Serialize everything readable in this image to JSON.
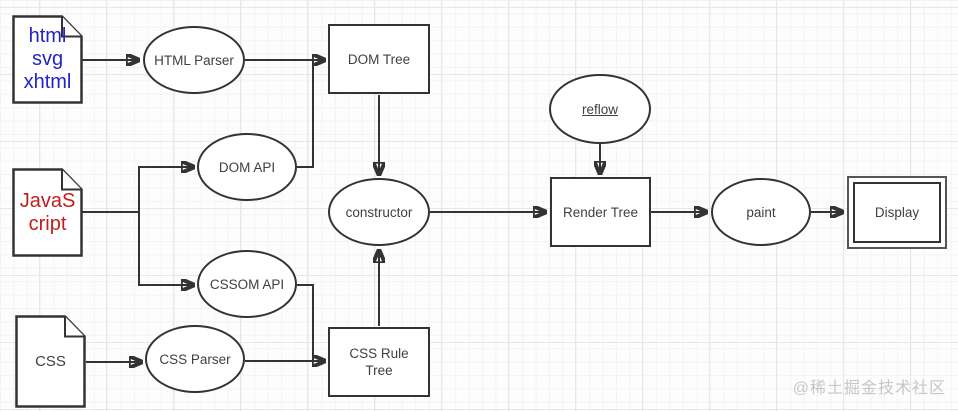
{
  "diagram_type": "browser-rendering-flowchart",
  "nodes": {
    "html_doc": {
      "shape": "document",
      "lines": [
        "html",
        "svg",
        "xhtml"
      ],
      "text_color": "#2323c8"
    },
    "js_doc": {
      "shape": "document",
      "lines": [
        "JavaS",
        "cript"
      ],
      "text_color": "#c11d1d"
    },
    "css_doc": {
      "shape": "document",
      "lines": [
        "CSS"
      ],
      "text_color": "#3f3f3f"
    },
    "html_parser": {
      "shape": "ellipse",
      "label": "HTML Parser"
    },
    "dom_tree": {
      "shape": "rect",
      "label": "DOM Tree"
    },
    "dom_api": {
      "shape": "ellipse",
      "label": "DOM API"
    },
    "ctor": {
      "shape": "ellipse",
      "label": "constructor"
    },
    "cssom_api": {
      "shape": "ellipse",
      "label": "CSSOM API"
    },
    "css_parser": {
      "shape": "ellipse",
      "label": "CSS Parser"
    },
    "css_rule_tree": {
      "shape": "rect",
      "lines": [
        "CSS Rule",
        "Tree"
      ]
    },
    "reflow": {
      "shape": "ellipse",
      "label": "reflow",
      "underlined": true
    },
    "render_tree": {
      "shape": "rect",
      "label": "Render Tree"
    },
    "paint": {
      "shape": "ellipse",
      "label": "paint"
    },
    "display": {
      "shape": "double-rect",
      "label": "Display"
    }
  },
  "edges": [
    {
      "from": "html_doc",
      "to": "html_parser"
    },
    {
      "from": "html_parser",
      "to": "dom_tree"
    },
    {
      "from": "dom_api",
      "to": "dom_tree"
    },
    {
      "from": "dom_tree",
      "to": "ctor"
    },
    {
      "from": "js_doc",
      "to": "dom_api"
    },
    {
      "from": "js_doc",
      "to": "cssom_api"
    },
    {
      "from": "css_doc",
      "to": "css_parser"
    },
    {
      "from": "css_parser",
      "to": "css_rule_tree"
    },
    {
      "from": "cssom_api",
      "to": "css_rule_tree"
    },
    {
      "from": "css_rule_tree",
      "to": "ctor"
    },
    {
      "from": "ctor",
      "to": "render_tree"
    },
    {
      "from": "reflow",
      "to": "render_tree"
    },
    {
      "from": "render_tree",
      "to": "paint"
    },
    {
      "from": "paint",
      "to": "display"
    }
  ],
  "watermark": {
    "text": "@稀土掘金技术社区",
    "color": "#c6c6c6"
  },
  "colors": {
    "stroke": "#333333",
    "label": "#404040",
    "background": "#fdfdfd",
    "grid_minor": "#f5f2f2",
    "grid_major": "#e9e6e6"
  }
}
